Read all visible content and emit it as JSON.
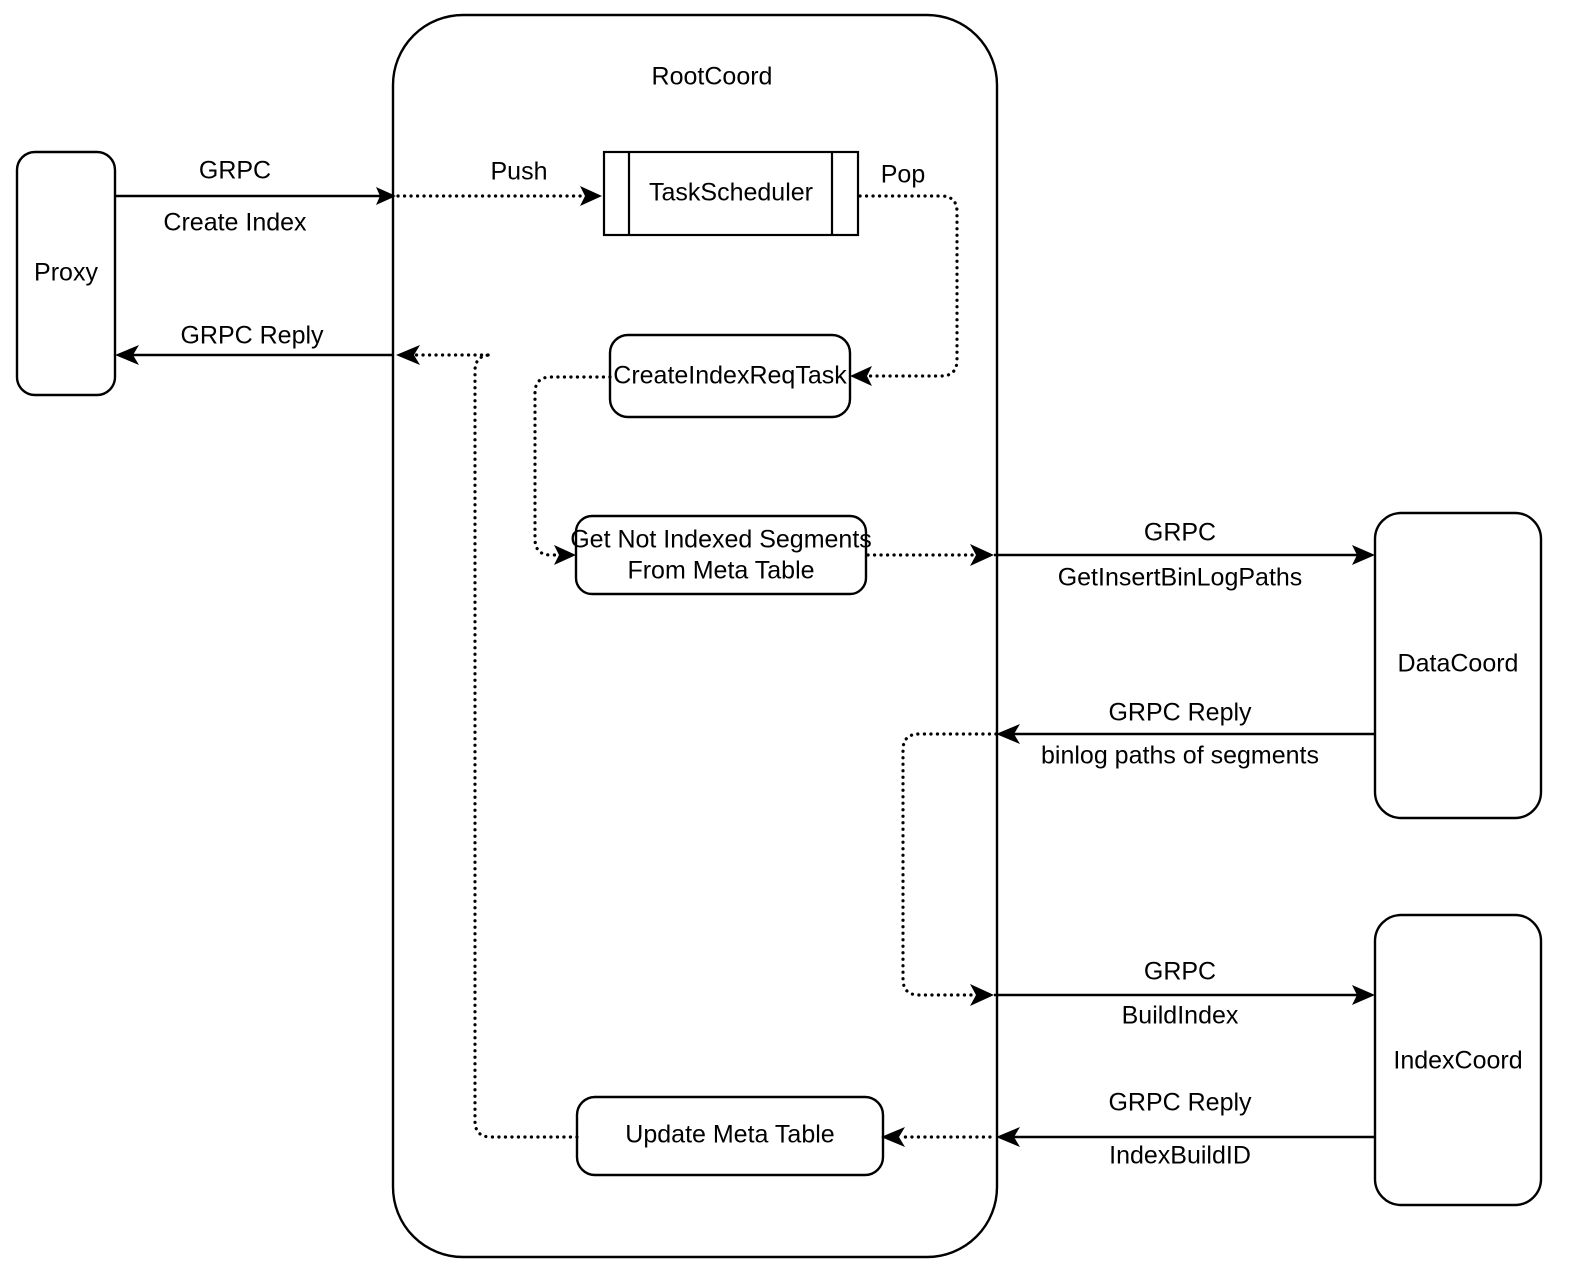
{
  "diagram": {
    "title": "RootCoord Create Index Flow",
    "type": "flow-diagram",
    "colors": {
      "stroke": "#000000",
      "fill": "#ffffff",
      "text": "#000000"
    }
  },
  "containers": {
    "rootcoord": {
      "label": "RootCoord"
    }
  },
  "nodes": {
    "proxy": {
      "label": "Proxy"
    },
    "task_scheduler": {
      "label": "TaskScheduler"
    },
    "create_index_req_task": {
      "label": "CreateIndexReqTask"
    },
    "get_not_indexed_segments": {
      "label_line1": "Get Not Indexed Segments",
      "label_line2": "From Meta Table"
    },
    "update_meta_table": {
      "label": "Update Meta Table"
    },
    "datacoord": {
      "label": "DataCoord"
    },
    "indexcoord": {
      "label": "IndexCoord"
    }
  },
  "edges": {
    "proxy_to_rootcoord": {
      "label_top": "GRPC",
      "label_bottom": "Create Index"
    },
    "rootcoord_to_proxy": {
      "label_top": "GRPC Reply"
    },
    "push": {
      "label": "Push"
    },
    "pop": {
      "label": "Pop"
    },
    "to_datacoord": {
      "label_top": "GRPC",
      "label_bottom": "GetInsertBinLogPaths"
    },
    "from_datacoord": {
      "label_top": "GRPC Reply",
      "label_bottom": "binlog paths of segments"
    },
    "to_indexcoord": {
      "label_top": "GRPC",
      "label_bottom": "BuildIndex"
    },
    "from_indexcoord": {
      "label_top": "GRPC Reply",
      "label_bottom": "IndexBuildID"
    }
  }
}
